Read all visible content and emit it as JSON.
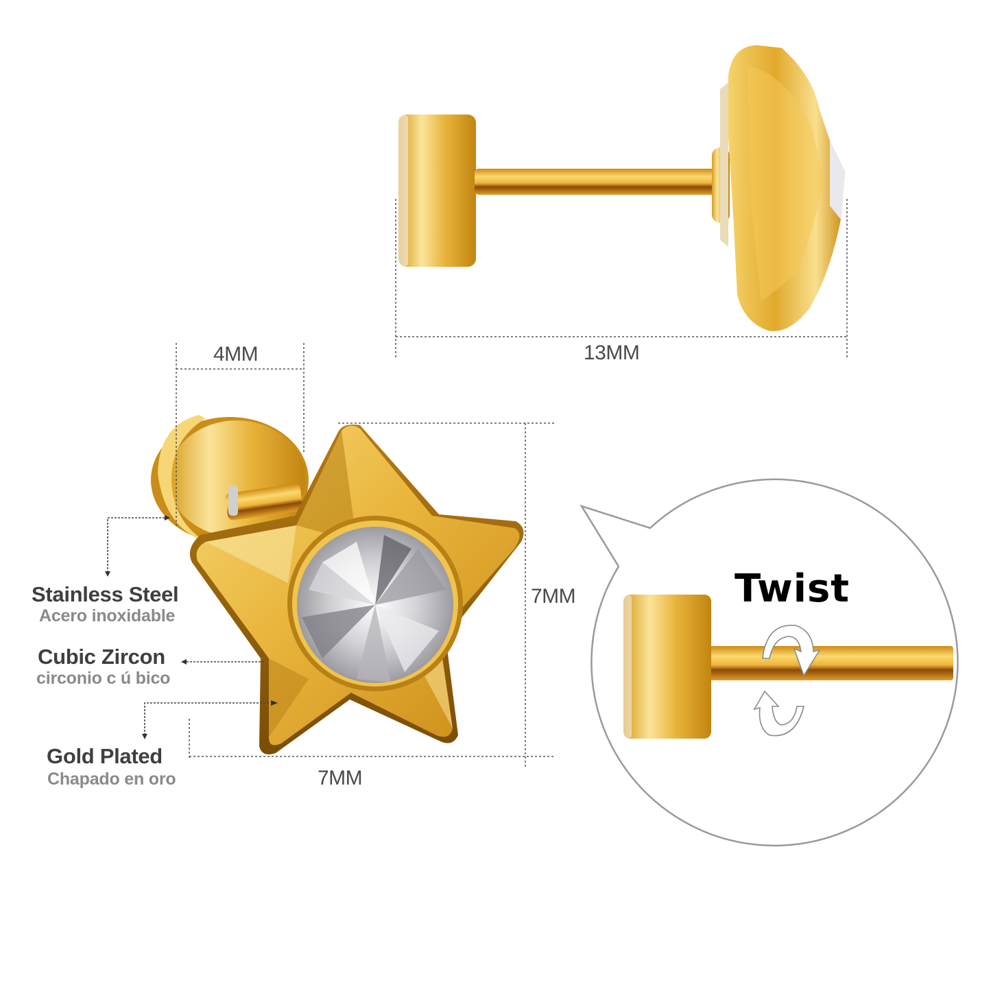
{
  "dimensions": {
    "side_length": "13MM",
    "back_width": "4MM",
    "star_height": "7MM",
    "star_width": "7MM"
  },
  "materials": [
    {
      "name": "Stainless Steel",
      "translation": "Acero inoxidable"
    },
    {
      "name": "Cubic Zircon",
      "translation": "circonio c ú bico"
    },
    {
      "name": "Gold Plated",
      "translation": "Chapado en oro"
    }
  ],
  "callout": {
    "label": "Twist"
  },
  "colors": {
    "gold_light": "#f7d774",
    "gold_mid": "#e0a82a",
    "gold_dark": "#a8700c",
    "crystal": "#d9d9dc",
    "dim_line": "#555555",
    "bubble_outline": "#9a9a9a"
  }
}
